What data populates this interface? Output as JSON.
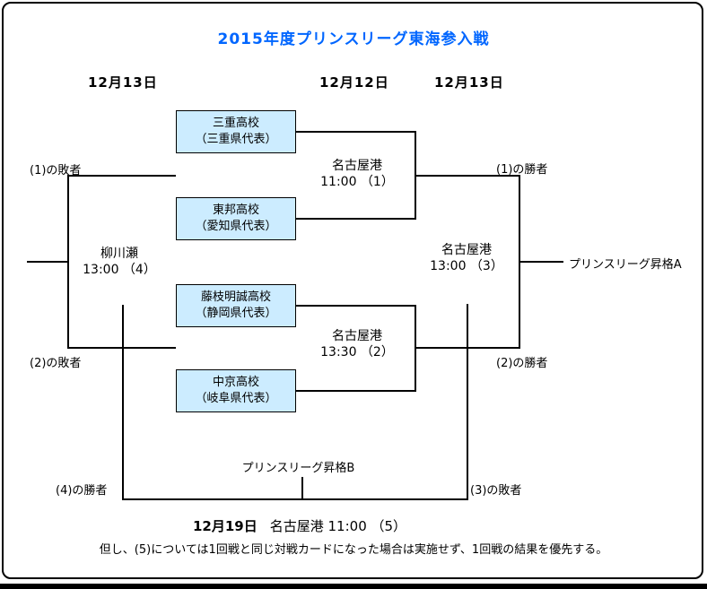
{
  "header": {
    "title": "2015年度プリンスリーグ東海参入戦",
    "round_dates": [
      "12月13日",
      "12月12日",
      "12月13日"
    ]
  },
  "teams": [
    {
      "name": "三重高校",
      "prefecture": "（三重県代表）"
    },
    {
      "name": "東邦高校",
      "prefecture": "（愛知県代表）"
    },
    {
      "name": "藤枝明誠高校",
      "prefecture": "（静岡県代表）"
    },
    {
      "name": "中京高校",
      "prefecture": "（岐阜県代表）"
    }
  ],
  "matches": {
    "m1": {
      "venue": "名古屋港",
      "time": "11:00 （1）"
    },
    "m2": {
      "venue": "名古屋港",
      "time": "13:30 （2）"
    },
    "m3": {
      "venue": "名古屋港",
      "time": "13:00 （3）"
    },
    "m4": {
      "venue": "柳川瀬",
      "time": "13:00 （4）"
    },
    "m5": {
      "date": "12月19日",
      "detail": "名古屋港 11:00 （5）"
    }
  },
  "connector_labels": {
    "loser1": "(1)の敗者",
    "loser2": "(2)の敗者",
    "winner1": "(1)の勝者",
    "winner2": "(2)の勝者",
    "winner4": "(4)の勝者",
    "loser3": "(3)の敗者"
  },
  "outcomes": {
    "promotion_a": "プリンスリーグ昇格A",
    "promotion_b": "プリンスリーグ昇格B"
  },
  "note": "但し、(5)については1回戦と同じ対戦カードになった場合は実施せず、1回戦の結果を優先する。",
  "colors": {
    "title_text": "#0066FF",
    "team_box_fill": "#CCECFF",
    "line": "#000000"
  }
}
